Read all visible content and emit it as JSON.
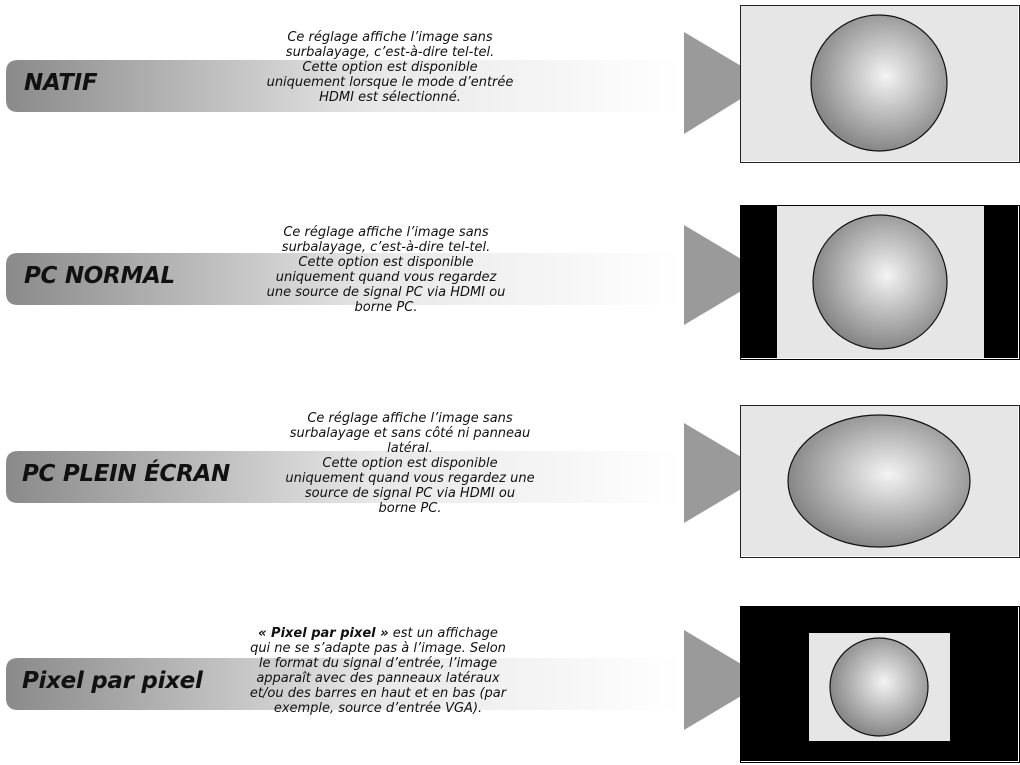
{
  "rows": [
    {
      "label": "NATIF",
      "desc_lines": [
        "Ce réglage affiche l’image sans",
        "surbalayage, c’est-à-dire tel-tel.",
        "Cette option est disponible",
        "uniquement lorsque le mode d’entrée",
        "HDMI est sélectionné."
      ]
    },
    {
      "label": "PC NORMAL",
      "desc_lines": [
        "Ce réglage affiche l’image sans",
        "surbalayage, c’est-à-dire tel-tel.",
        "Cette option est disponible",
        "uniquement quand vous regardez",
        "une source de signal PC via HDMI ou",
        "borne PC."
      ]
    },
    {
      "label": "PC PLEIN ÉCRAN",
      "desc_lines": [
        "Ce réglage affiche l’image sans",
        "surbalayage et sans côté ni panneau",
        "latéral.",
        "Cette option est disponible",
        "uniquement quand vous regardez une",
        "source de signal PC via HDMI ou",
        "borne PC."
      ]
    },
    {
      "label": "Pixel par pixel",
      "desc_bold": "« Pixel par pixel »",
      "desc_first_rest": " est un affichage",
      "desc_lines": [
        "qui ne se s’adapte pas à l’image. Selon",
        "le format du signal d’entrée, l’image",
        "apparaît avec des panneaux latéraux",
        "et/ou des barres en haut et en bas (par",
        "exemple, source d’entrée VGA)."
      ]
    }
  ],
  "colors": {
    "arrow_start": "#8a8a8a",
    "arrow_end": "#ffffff",
    "arrow_head": "#9a9a9a",
    "screen_bg": "#e6e6e6",
    "bar_black": "#000000"
  }
}
